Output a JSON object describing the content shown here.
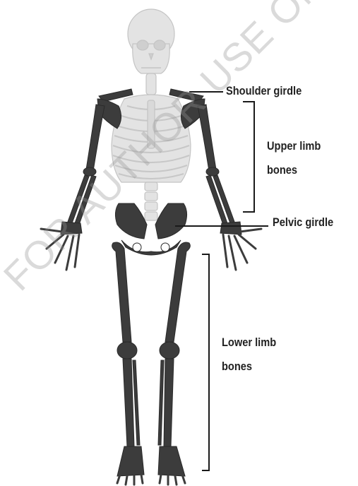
{
  "labels": {
    "shoulder_girdle": "Shoulder girdle",
    "upper_limb_line1": "Upper limb",
    "upper_limb_line2": "bones",
    "pelvic_girdle": "Pelvic girdle",
    "lower_limb_line1": "Lower limb",
    "lower_limb_line2": "bones"
  },
  "watermark": "FOR AUTHOR USE ONLY",
  "colors": {
    "axial_skeleton": "#e2e2e2",
    "appendicular_skeleton": "#3c3c3c",
    "leader_lines": "#1a1a1a",
    "text": "#222222"
  }
}
